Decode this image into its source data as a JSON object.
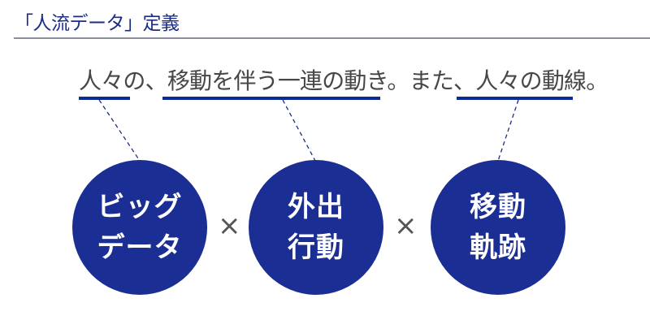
{
  "title": "「人流データ」定義",
  "sentence": {
    "segments": [
      {
        "text": "人々の",
        "underlined": true
      },
      {
        "text": "、",
        "underlined": false
      },
      {
        "text": "移動を伴う一連の動き",
        "underlined": true
      },
      {
        "text": "。また、",
        "underlined": false
      },
      {
        "text": "人々の動線",
        "underlined": true
      },
      {
        "text": "。",
        "underlined": false
      }
    ]
  },
  "circles": [
    {
      "line1": "ビッグ",
      "line2": "データ"
    },
    {
      "line1": "外出",
      "line2": "行動"
    },
    {
      "line1": "移動",
      "line2": "軌跡"
    }
  ],
  "operator": "×",
  "colors": {
    "accent": "#1a2e94",
    "title": "#1b2d86",
    "text": "#474747"
  }
}
